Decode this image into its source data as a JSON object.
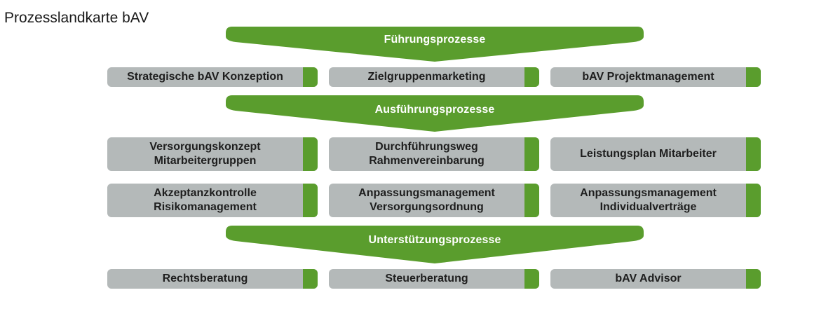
{
  "title": "Prozesslandkarte bAV",
  "colors": {
    "green": "#5a9d2d",
    "gray": "#b4b9b9",
    "text": "#1e1e1e",
    "banner_text": "#ffffff"
  },
  "sections": [
    {
      "banner": "Führungsprozesse",
      "rows": [
        [
          [
            "Strategische bAV Konzeption"
          ],
          [
            "Zielgruppenmarketing"
          ],
          [
            "bAV Projektmanagement"
          ]
        ]
      ]
    },
    {
      "banner": "Ausführungsprozesse",
      "rows": [
        [
          [
            "Versorgungskonzept",
            "Mitarbeitergruppen"
          ],
          [
            "Durchführungsweg",
            "Rahmenvereinbarung"
          ],
          [
            "Leistungsplan Mitarbeiter"
          ]
        ],
        [
          [
            "Akzeptanzkontrolle",
            "Risikomanagement"
          ],
          [
            "Anpassungsmanagement",
            "Versorgungsordnung"
          ],
          [
            "Anpassungsmanagement",
            "Individualverträge"
          ]
        ]
      ]
    },
    {
      "banner": "Unterstützungsprozesse",
      "rows": [
        [
          [
            "Rechtsberatung"
          ],
          [
            "Steuerberatung"
          ],
          [
            "bAV Advisor"
          ]
        ]
      ]
    }
  ]
}
